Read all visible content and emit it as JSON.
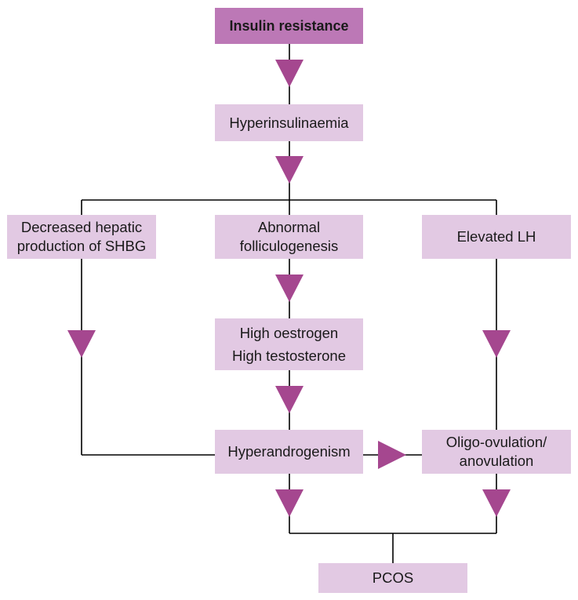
{
  "nodes": {
    "insulin_resistance": "Insulin resistance",
    "hyperinsulinaemia": "Hyperinsulinaemia",
    "decreased_hepatic": "Decreased hepatic\nproduction of SHBG",
    "abnormal_folliculogenesis": "Abnormal\nfolliculogenesis",
    "elevated_lh": "Elevated LH",
    "high_oestrogen_testosterone": "High oestrogen\nHigh testosterone",
    "hyperandrogenism": "Hyperandrogenism",
    "oligo_ovulation": "Oligo-ovulation/\nanovulation",
    "pcos": "PCOS"
  },
  "colors": {
    "primary_box": "#bc78b6",
    "secondary_box": "#e2c9e3",
    "arrow": "#a5478f",
    "line": "#000000"
  }
}
